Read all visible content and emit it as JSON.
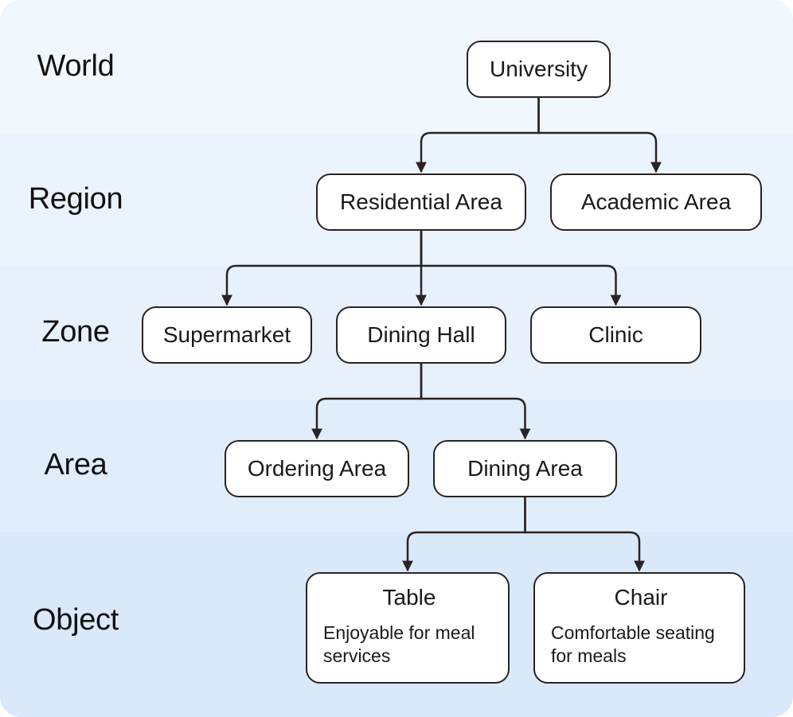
{
  "colors": {
    "band_world": "#f0f7fd",
    "band_region": "#ebf4fc",
    "band_zone": "#e6f1fc",
    "band_area": "#e0eefb",
    "band_object": "#d9e9fa",
    "line": "#2a2223",
    "node_fill": "#ffffff"
  },
  "levels": {
    "world": "World",
    "region": "Region",
    "zone": "Zone",
    "area": "Area",
    "object": "Object"
  },
  "nodes": {
    "university": "University",
    "residential_area": "Residential Area",
    "academic_area": "Academic Area",
    "supermarket": "Supermarket",
    "dining_hall": "Dining Hall",
    "clinic": "Clinic",
    "ordering_area": "Ordering Area",
    "dining_area": "Dining Area",
    "table": {
      "title": "Table",
      "description": "Enjoyable for meal services"
    },
    "chair": {
      "title": "Chair",
      "description": "Comfortable seating for meals"
    }
  },
  "edges": [
    [
      "university",
      "residential_area"
    ],
    [
      "university",
      "academic_area"
    ],
    [
      "residential_area",
      "supermarket"
    ],
    [
      "residential_area",
      "dining_hall"
    ],
    [
      "residential_area",
      "clinic"
    ],
    [
      "dining_hall",
      "ordering_area"
    ],
    [
      "dining_hall",
      "dining_area"
    ],
    [
      "dining_area",
      "table"
    ],
    [
      "dining_area",
      "chair"
    ]
  ]
}
